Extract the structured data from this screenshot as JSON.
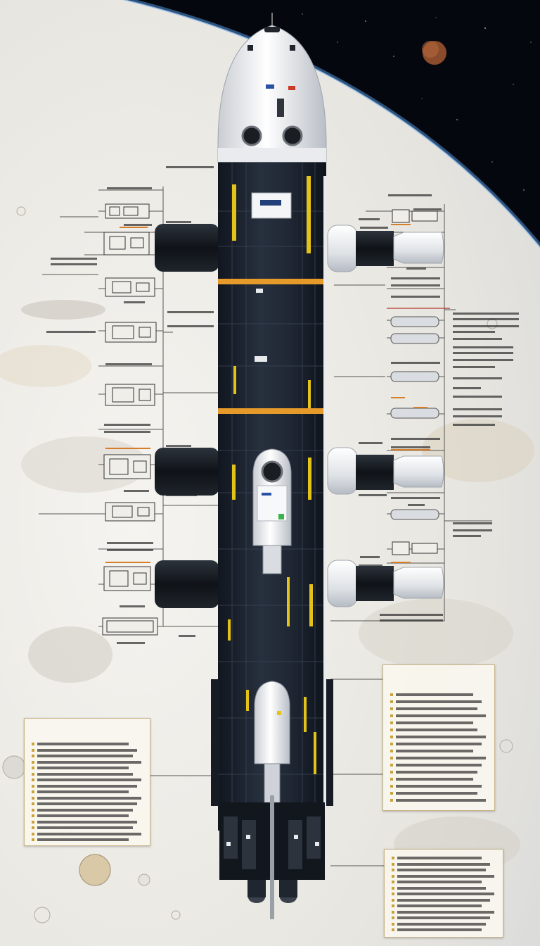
{
  "image": {
    "description_visible_text": "none legible",
    "colors": {
      "space": "#05070f",
      "moon_surface": "#e9e7e1",
      "atmosphere_glow": "#4f8fd6",
      "hull_dark": "#1d2430",
      "hull_white": "#f2f3f5",
      "accent_orange": "#e59a2a",
      "accent_yellow": "#e3c21a",
      "annotation_line": "#3c3c3c",
      "panel_border": "#c8b58a"
    }
  },
  "annotation_panels": [
    {
      "id": "panel-left",
      "title_lines": [
        "",
        ""
      ],
      "body_lines": 17
    },
    {
      "id": "panel-right-middle",
      "title_lines": [
        "",
        ""
      ],
      "body_lines": 16
    },
    {
      "id": "panel-right-bottom",
      "title_lines": [],
      "body_lines": 13
    }
  ],
  "left_callouts": 14,
  "right_callouts": 14,
  "icons": [
    "planet-icon",
    "module-sketch-icon",
    "thruster-pod-icon",
    "docking-capsule-icon"
  ]
}
